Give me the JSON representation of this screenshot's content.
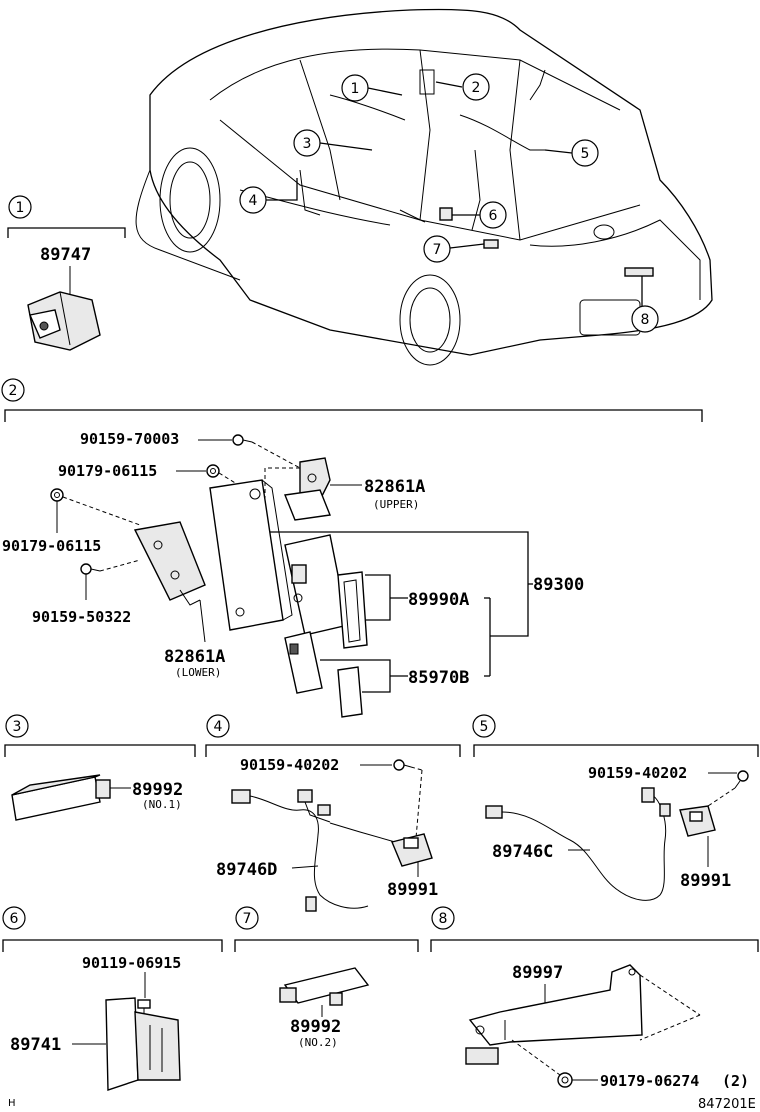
{
  "callouts": [
    "1",
    "2",
    "3",
    "4",
    "5",
    "6",
    "7",
    "8"
  ],
  "sections": {
    "s1": {
      "number": "1",
      "parts": {
        "p89747": "89747"
      }
    },
    "s2": {
      "number": "2",
      "parts": {
        "bolt_upper": "90159-70003",
        "nut_upper": "90179-06115",
        "nut_left": "90179-06115",
        "bolt_lower": "90159-50322",
        "bracket_upper": "82861A",
        "bracket_upper_note": "(UPPER)",
        "bracket_lower": "82861A",
        "bracket_lower_note": "(LOWER)",
        "assembly": "89300",
        "transmitter": "89990A",
        "key": "85970B"
      }
    },
    "s3": {
      "number": "3",
      "parts": {
        "p89992": "89992",
        "note": "(NO.1)"
      }
    },
    "s4": {
      "number": "4",
      "parts": {
        "bolt": "90159-40202",
        "harness": "89746D",
        "sensor": "89991"
      }
    },
    "s5": {
      "number": "5",
      "parts": {
        "bolt": "90159-40202",
        "harness": "89746C",
        "sensor": "89991"
      }
    },
    "s6": {
      "number": "6",
      "parts": {
        "bolt": "90119-06915",
        "unit": "89741"
      }
    },
    "s7": {
      "number": "7",
      "parts": {
        "p89992": "89992",
        "note": "(NO.2)"
      }
    },
    "s8": {
      "number": "8",
      "parts": {
        "handle": "89997",
        "nut": "90179-06274",
        "qty": "(2)"
      }
    }
  },
  "footer": {
    "left_mark": "H",
    "figure_code": "847201E"
  }
}
